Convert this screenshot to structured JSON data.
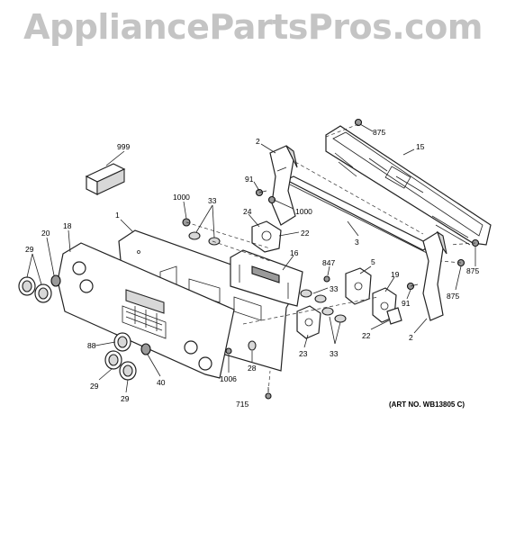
{
  "watermark": "AppliancePartsPros.com",
  "art_number": "(ART NO. WB13805 C)",
  "callouts": {
    "c999": "999",
    "c1000a": "1000",
    "c33a": "33",
    "c1": "1",
    "c18": "18",
    "c20": "20",
    "c29a": "29",
    "c88": "88",
    "c29b": "29",
    "c29c": "29",
    "c40": "40",
    "c1006": "1006",
    "c28": "28",
    "c715": "715",
    "c24": "24",
    "c22a": "22",
    "c16": "16",
    "c847": "847",
    "c33b": "33",
    "c23": "23",
    "c33c": "33",
    "c5": "5",
    "c19": "19",
    "c22b": "22",
    "c91a": "91",
    "c1000b": "1000",
    "c2a": "2",
    "c875a": "875",
    "c15": "15",
    "c3": "3",
    "c875b": "875",
    "c875c": "875",
    "c91b": "91",
    "c2b": "2"
  }
}
